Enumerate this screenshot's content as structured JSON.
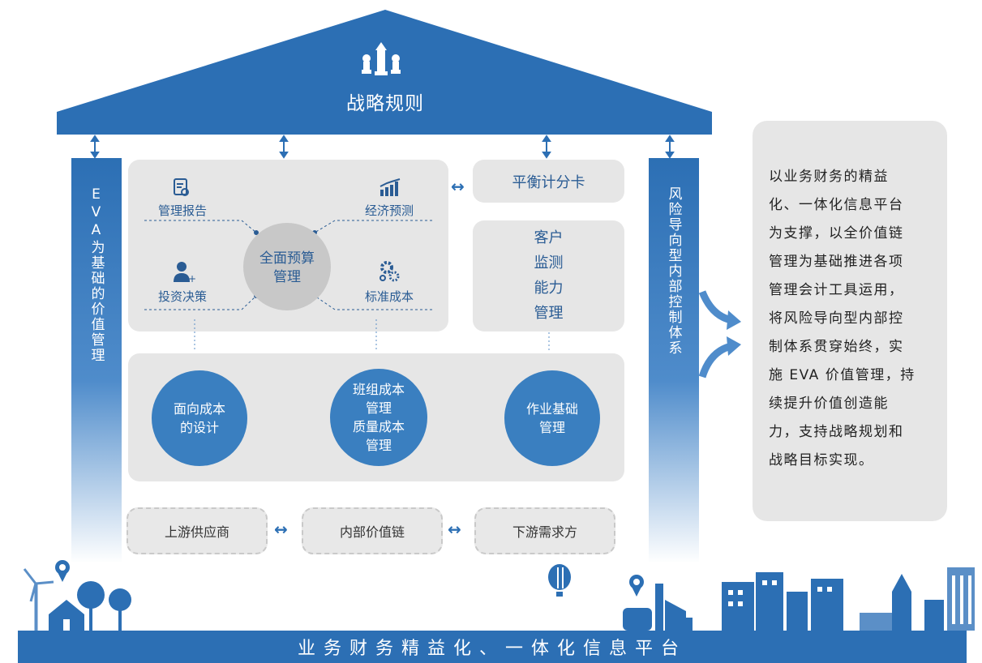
{
  "roof": {
    "title": "战略规则"
  },
  "left_column": {
    "text": "EVA为基础的价值管理"
  },
  "right_column": {
    "text": "风险导向型内部控制体系"
  },
  "budget_panel": {
    "center": {
      "line1": "全面预算",
      "line2": "管理"
    },
    "items": {
      "report": "管理报告",
      "forecast": "经济预测",
      "invest": "投资决策",
      "standard_cost": "标准成本"
    }
  },
  "balanced_scorecard": "平衡计分卡",
  "customer_panel": {
    "lines": [
      "客户",
      "监测",
      "能力",
      "管理"
    ]
  },
  "cost_panel": {
    "c1": {
      "line1": "面向成本",
      "line2": "的设计"
    },
    "c2": {
      "line1": "班组成本",
      "line2": "管理",
      "line3": "质量成本",
      "line4": "管理"
    },
    "c3": {
      "line1": "作业基础",
      "line2": "管理"
    }
  },
  "chain": {
    "upstream": "上游供应商",
    "internal": "内部价值链",
    "downstream": "下游需求方"
  },
  "foundation": "业务财务精益化、一体化信息平台",
  "side_note": {
    "lines": [
      "以业务财务的精益",
      "化、一体化信息平台",
      "为支撑，以全价值链",
      "管理为基础推进各项",
      "管理会计工具运用，",
      "将风险导向型内部控",
      "制体系贯穿始终，实",
      "施 EVA 价值管理，持",
      "续提升价值创造能",
      "力，支持战略规划和",
      "战略目标实现。"
    ]
  },
  "colors": {
    "primary": "#2c6fb4",
    "circle": "#3a7fc0",
    "panel": "#e6e6e6",
    "label": "#2a5c94"
  },
  "icons": [
    "chess-icon",
    "report-icon",
    "chart-icon",
    "user-icon",
    "gears-icon",
    "location-pin-icon",
    "balloon-icon",
    "tree-icon",
    "wind-turbine-icon",
    "city-icon"
  ]
}
